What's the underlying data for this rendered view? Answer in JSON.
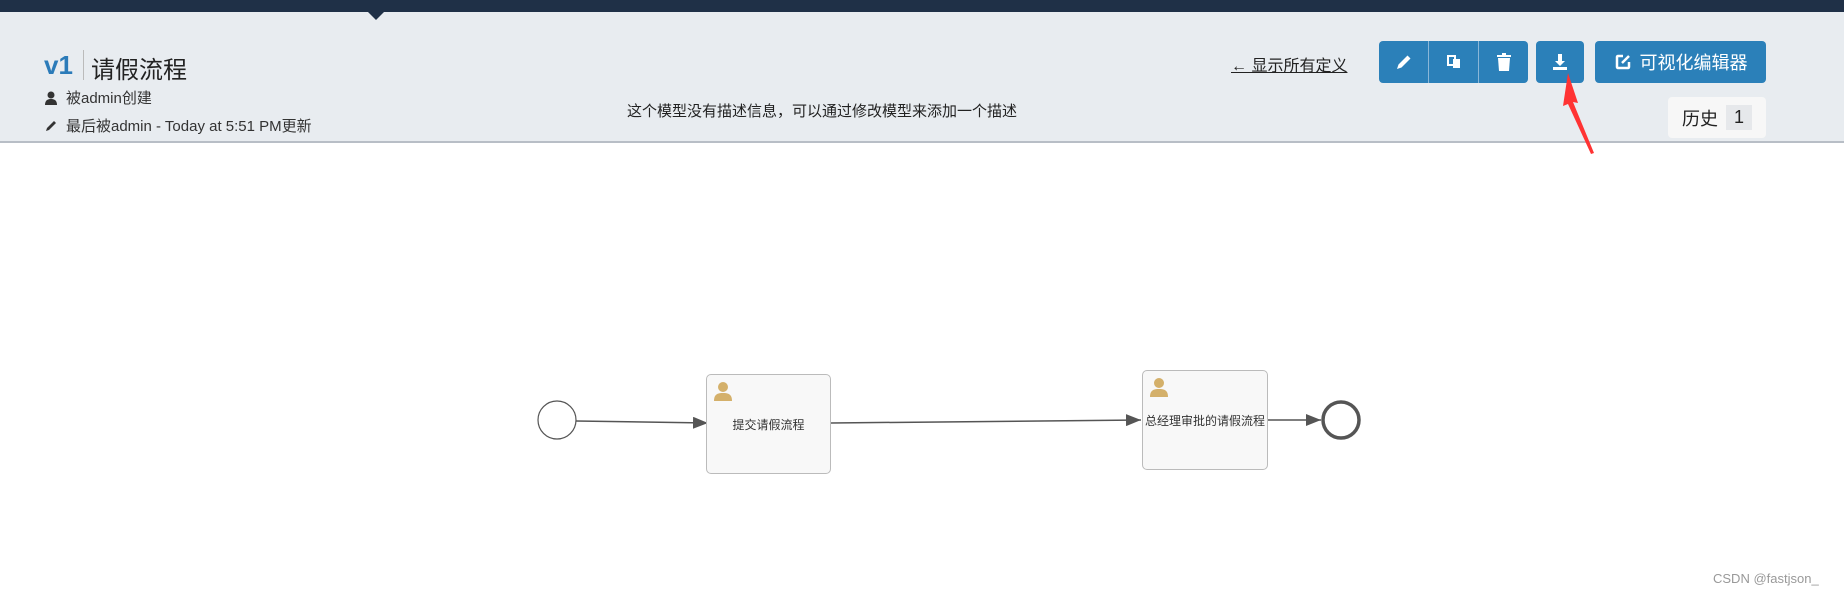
{
  "header": {
    "version": "v1",
    "title": "请假流程",
    "created_by": "被admin创建",
    "updated_by": "最后被admin - Today at 5:51 PM更新",
    "description": "这个模型没有描述信息，可以通过修改模型来添加一个描述",
    "show_all_link": "← 显示所有定义",
    "visual_editor_label": "可视化编辑器",
    "history_label": "历史",
    "history_count": "1"
  },
  "diagram": {
    "tasks": [
      {
        "label": "提交请假流程"
      },
      {
        "label": "总经理审批的请假流程"
      }
    ]
  },
  "watermark": "CSDN @fastjson_",
  "colors": {
    "accent": "#2b80b9",
    "topbar": "#1f3047",
    "annotation_arrow": "#ff3333",
    "user_icon": "#d4b06a"
  }
}
